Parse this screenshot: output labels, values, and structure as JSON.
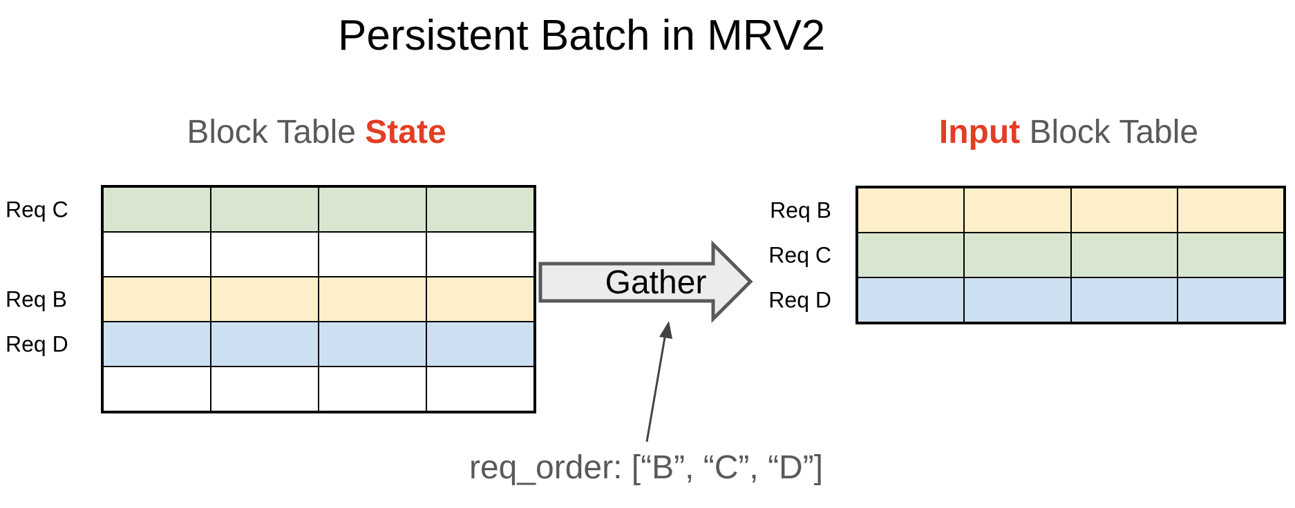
{
  "title": "Persistent Batch in MRV2",
  "colors": {
    "red": "#e33d25",
    "heading_gray": "#595959",
    "arrow_fill": "#ececec",
    "arrow_stroke": "#595959",
    "annotation_arrow": "#434343",
    "cell_green": "#d8e6d0",
    "cell_yellow": "#fcefca",
    "cell_blue": "#cde0f1",
    "cell_white": "#ffffff"
  },
  "tables": {
    "state": {
      "heading_parts": {
        "plain": "Block Table ",
        "highlight": "State"
      },
      "columns": 4,
      "rows": [
        {
          "label": "Req C",
          "fill": "#d8e6d0"
        },
        {
          "label": "",
          "fill": "#ffffff"
        },
        {
          "label": "Req B",
          "fill": "#fcefca"
        },
        {
          "label": "Req D",
          "fill": "#cde0f1"
        },
        {
          "label": "",
          "fill": "#ffffff"
        }
      ]
    },
    "input": {
      "heading_parts": {
        "highlight": "Input",
        "plain": " Block Table"
      },
      "columns": 4,
      "rows": [
        {
          "label": "Req B",
          "fill": "#fcefca"
        },
        {
          "label": "Req C",
          "fill": "#d8e6d0"
        },
        {
          "label": "Req D",
          "fill": "#cde0f1"
        }
      ]
    }
  },
  "gather": {
    "label": "Gather"
  },
  "annotation": {
    "text": "req_order: [“B”, “C”, “D”]"
  }
}
